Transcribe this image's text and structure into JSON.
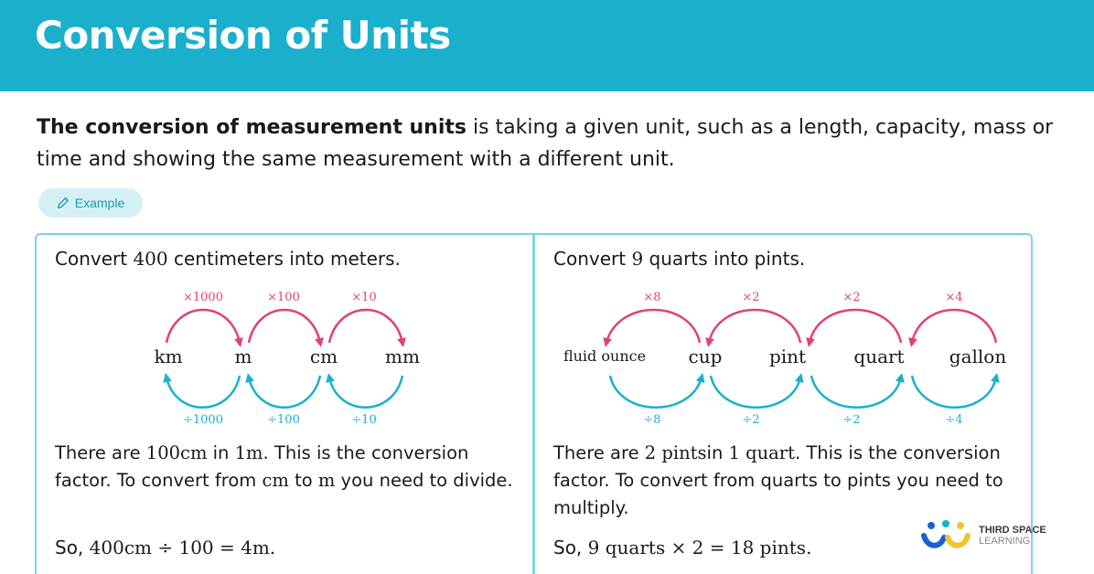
{
  "header": {
    "title": "Conversion of Units"
  },
  "intro": {
    "bold": "The conversion of measurement units",
    "rest": " is taking a given unit, such as a length, capacity, mass or time and showing the same measurement with a different unit."
  },
  "badge": {
    "label": "Example",
    "icon": "pencil-icon"
  },
  "left": {
    "question_pre": "Convert ",
    "question_num": "400",
    "question_post": " centimeters into meters.",
    "units": [
      "km",
      "m",
      "cm",
      "mm"
    ],
    "multiply": [
      "×1000",
      "×100",
      "×10"
    ],
    "divide": [
      "÷1000",
      "÷100",
      "÷10"
    ],
    "explain": {
      "p1": "There are ",
      "v1": "100cm",
      "p2": " in ",
      "v2": "1m",
      "p3": ". This is the conversion factor. To convert from ",
      "v3": "cm",
      "p4": " to ",
      "v4": "m",
      "p5": " you need to divide."
    },
    "so_pre": "So, ",
    "so_math": "400cm ÷ 100 = 4m."
  },
  "right": {
    "question_pre": "Convert ",
    "question_num": "9",
    "question_post": " quarts into pints.",
    "units": [
      "fluid ounce",
      "cup",
      "pint",
      "quart",
      "gallon"
    ],
    "multiply": [
      "×8",
      "×2",
      "×2",
      "×4"
    ],
    "divide": [
      "÷8",
      "÷2",
      "÷2",
      "÷4"
    ],
    "explain": {
      "p1": "There are ",
      "v1": "2 pints",
      "p2": "in ",
      "v2": "1 quart",
      "p3": ". This is the conversion factor. To convert from ",
      "v3": "quarts",
      "p4": " to ",
      "v4": "pints",
      "p5": " you need to multiply."
    },
    "so_pre": "So, ",
    "so_math": "9 quarts  × 2 = 18 pints."
  },
  "logo": {
    "line1": "THIRD SPACE",
    "line2": "LEARNING"
  },
  "colors": {
    "header": "#1ab0cc",
    "pink": "#e0407a",
    "blue": "#1ab0cc",
    "border": "#7fd3e2"
  }
}
